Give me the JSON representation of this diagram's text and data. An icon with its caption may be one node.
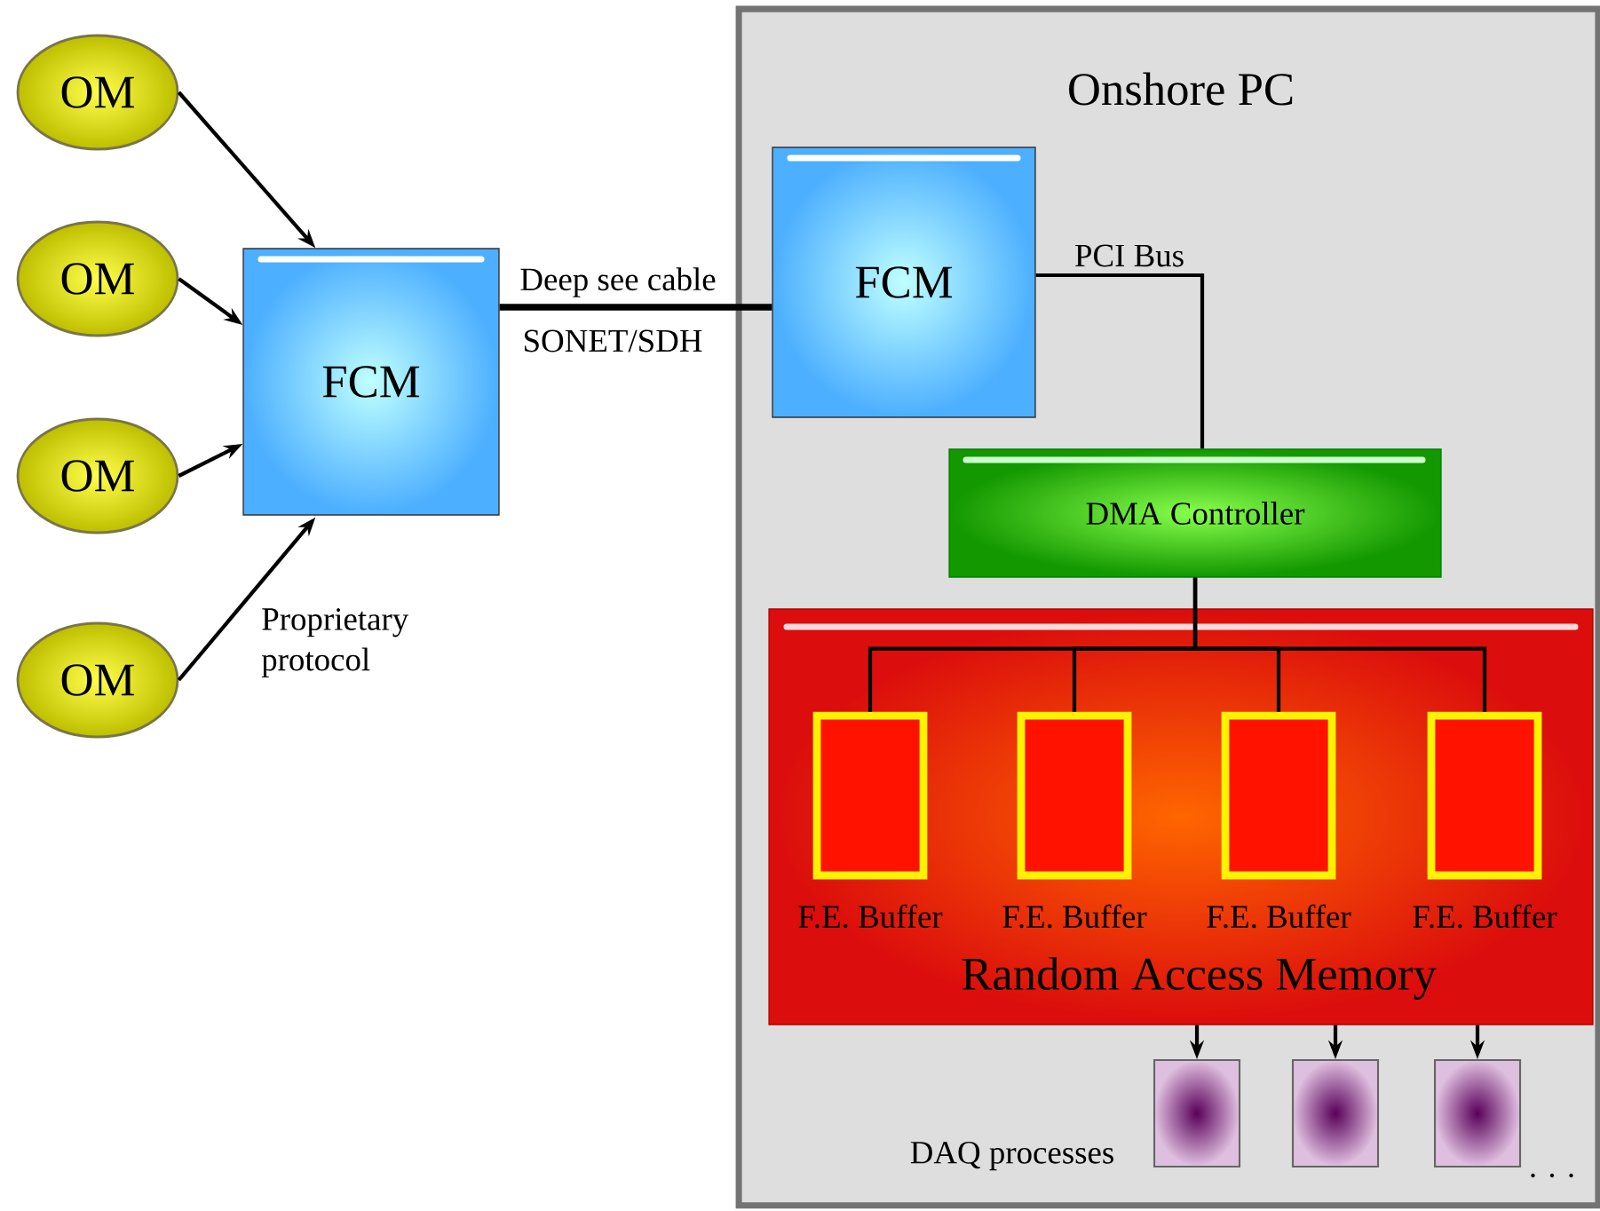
{
  "diagram": {
    "nodes": [
      {
        "text": [
          "OM"
        ]
      },
      {
        "text": [
          "OM"
        ]
      },
      {
        "text": [
          "OM"
        ]
      },
      {
        "text": [
          "OM"
        ]
      },
      {
        "text": [
          "FCM"
        ]
      },
      {
        "text": [
          "Onshore PC"
        ]
      },
      {
        "text": [
          "FCM"
        ],
        "in": 5
      },
      {
        "text": [
          "DMA Controller"
        ],
        "in": 5
      },
      {
        "text": [
          "Random Access Memory"
        ],
        "in": 5
      },
      {
        "text": [
          "F.E. Buffer"
        ],
        "in": 8
      },
      {
        "text": [
          "F.E. Buffer"
        ],
        "in": 8
      },
      {
        "text": [
          "F.E. Buffer"
        ],
        "in": 8
      },
      {
        "text": [
          "F.E. Buffer"
        ],
        "in": 8
      },
      {
        "text": [],
        "shape": "box",
        "in": 5
      },
      {
        "text": [],
        "shape": "box",
        "in": 5
      },
      {
        "text": [],
        "shape": "box",
        "in": 5
      }
    ],
    "edges": [
      {
        "from": 0,
        "to": 4,
        "arrow": "to"
      },
      {
        "from": 1,
        "to": 4,
        "arrow": "to"
      },
      {
        "from": 2,
        "to": 4,
        "arrow": "to"
      },
      {
        "from": 3,
        "to": 4,
        "arrow": "to"
      },
      {
        "from": 4,
        "to": 6,
        "arrow": "none",
        "label": "Deep see cable",
        "style": "thick"
      },
      {
        "from": 6,
        "to": 7,
        "arrow": "none",
        "label": "PCI Bus"
      },
      {
        "from": 7,
        "to": 9,
        "arrow": "none"
      },
      {
        "from": 7,
        "to": 10,
        "arrow": "none"
      },
      {
        "from": 7,
        "to": 11,
        "arrow": "none"
      },
      {
        "from": 7,
        "to": 12,
        "arrow": "none"
      },
      {
        "from": 8,
        "to": 13,
        "arrow": "to"
      },
      {
        "from": 8,
        "to": 14,
        "arrow": "to"
      },
      {
        "from": 8,
        "to": 15,
        "arrow": "to"
      }
    ],
    "labels": [
      "SONET/SDH",
      "Proprietary protocol",
      "DAQ processes",
      ". . ."
    ]
  }
}
